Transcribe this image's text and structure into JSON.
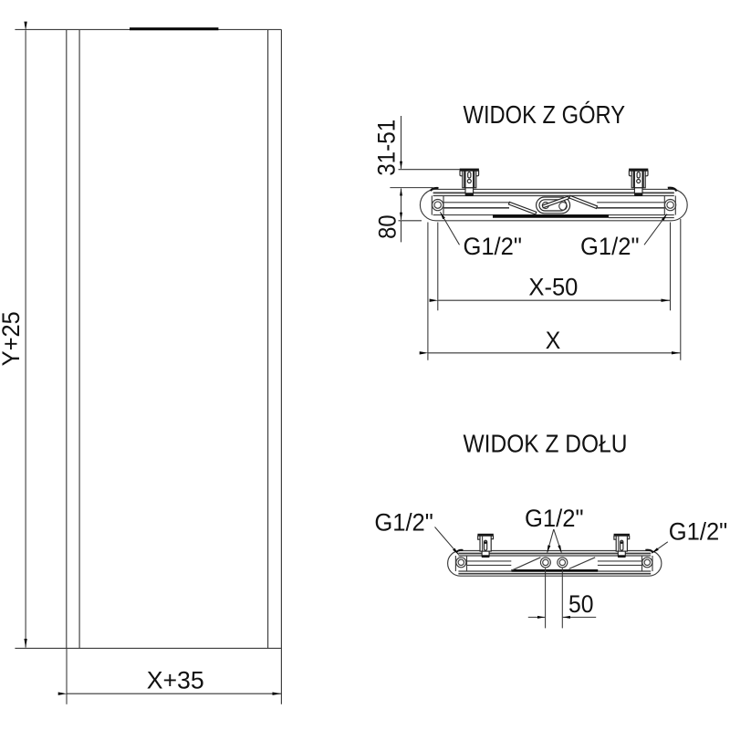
{
  "drawing": {
    "front_view": {
      "dim_height_label": "Y+25",
      "dim_width_label": "X+35"
    },
    "top_view": {
      "title": "WIDOK Z GÓRY",
      "dim_bracket_depth_label": "31-51",
      "dim_collector_depth_label": "80",
      "port_left_label": "G1/2\"",
      "port_right_label": "G1/2\"",
      "dim_port_spacing_label": "X-50",
      "dim_total_width_label": "X"
    },
    "bottom_view": {
      "title": "WIDOK Z DOŁU",
      "port_left_label": "G1/2\"",
      "port_center_label": "G1/2\"",
      "port_right_label": "G1/2\"",
      "dim_center_ports_label": "50"
    },
    "colors": {
      "background": "#ffffff",
      "line": "#3c3c3c",
      "dimension": "#333333",
      "accent_dark": "#0a0a0a",
      "text": "#111111"
    }
  }
}
